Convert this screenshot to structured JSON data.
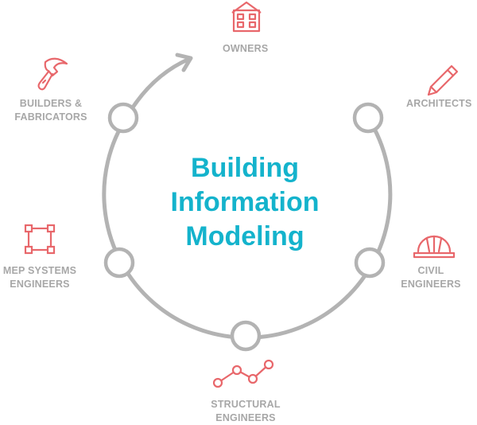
{
  "center": {
    "line1": "Building",
    "line2": "Information",
    "line3": "Modeling"
  },
  "stakeholders": {
    "owners": {
      "line1": "OWNERS",
      "icon": "house-icon"
    },
    "architects": {
      "line1": "ARCHITECTS",
      "icon": "pencil-icon"
    },
    "civil": {
      "line1": "CIVIL",
      "line2": "ENGINEERS",
      "icon": "hard-hat-icon"
    },
    "structural": {
      "line1": "STRUCTURAL",
      "line2": "ENGINEERS",
      "icon": "line-graph-icon"
    },
    "mep": {
      "line1": "MEP SYSTEMS",
      "line2": "ENGINEERS",
      "icon": "square-nodes-icon"
    },
    "builders": {
      "line1": "BUILDERS &",
      "line2": "FABRICATORS",
      "icon": "hammer-icon"
    }
  },
  "colors": {
    "title": "#14b3cc",
    "icon": "#e8676b",
    "ring": "#b3b3b3",
    "label": "#a7a7a7"
  }
}
